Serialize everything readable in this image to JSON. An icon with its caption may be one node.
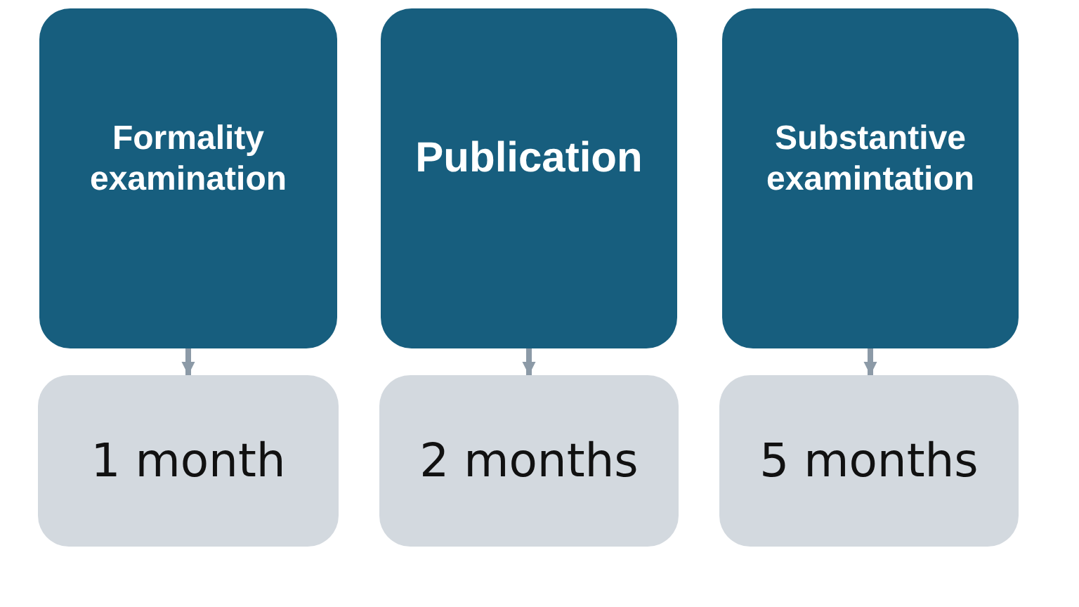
{
  "diagram": {
    "nodes": [
      {
        "text": [
          "Formality examination"
        ]
      },
      {
        "text": [
          "Publication"
        ]
      },
      {
        "text": [
          "Substantive examintation"
        ]
      },
      {
        "text": [
          "1 month"
        ]
      },
      {
        "text": [
          "2 months"
        ]
      },
      {
        "text": [
          "5 months"
        ]
      }
    ],
    "edges": [
      {
        "from": 0,
        "to": 3,
        "arrow": "to"
      },
      {
        "from": 1,
        "to": 4,
        "arrow": "to"
      },
      {
        "from": 2,
        "to": 5,
        "arrow": "to"
      }
    ]
  }
}
